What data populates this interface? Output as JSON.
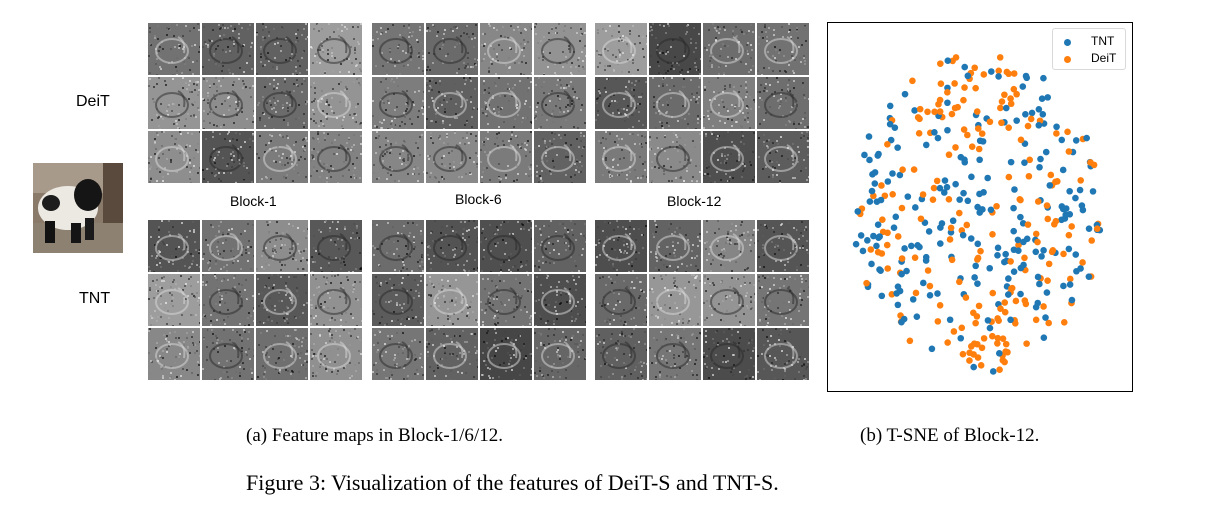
{
  "row_labels": {
    "deit": "DeiT",
    "tnt": "TNT"
  },
  "block_labels": [
    "Block-1",
    "Block-6",
    "Block-12"
  ],
  "captions": {
    "a": "(a) Feature maps in Block-1/6/12.",
    "b": "(b) T-SNE of Block-12.",
    "figure": "Figure 3: Visualization of the features of DeiT-S and TNT-S."
  },
  "colors": {
    "tnt": "#1f77b4",
    "deit": "#ff7f0e"
  },
  "chart_data": {
    "type": "scatter",
    "title": "",
    "xlabel": "",
    "ylabel": "",
    "grid": false,
    "axis_ticks": false,
    "legend_placement": "top-right",
    "series": [
      {
        "name": "TNT",
        "color": "#1f77b4"
      },
      {
        "name": "DeiT",
        "color": "#ff7f0e"
      }
    ]
  }
}
